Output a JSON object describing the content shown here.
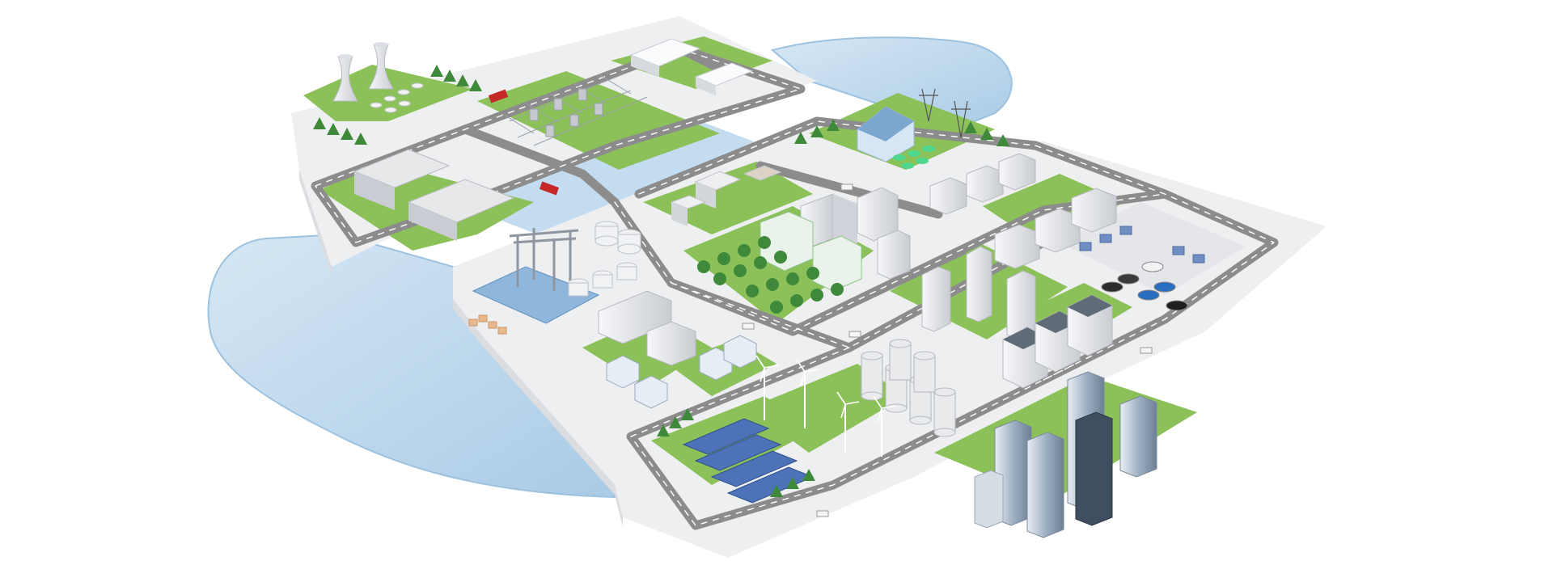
{
  "scene": {
    "building_sign": "",
    "colors": {
      "background": "#ffffff",
      "water": "#bcd7ec",
      "water_edge": "#9cc2e0",
      "platform": "#eeeff0",
      "platform_side": "#dcdde0",
      "grass": "#8cc15a",
      "grass_dark": "#6ea843",
      "road": "#8c8c8c",
      "road_line": "#ffffff",
      "building": "#f4f4f6",
      "building_shade": "#c9ccd2",
      "glass": "#cfe4f0",
      "solar": "#4d72b8",
      "truck": "#c62828",
      "tree": "#3f8a3a",
      "accent_green": "#49d38a",
      "tower_blue": "#5b7fa8"
    },
    "zones": [
      {
        "id": "cooling-towers"
      },
      {
        "id": "substation"
      },
      {
        "id": "office-campus"
      },
      {
        "id": "storage-warehouses"
      },
      {
        "id": "energy-hall"
      },
      {
        "id": "houses-north"
      },
      {
        "id": "headquarters"
      },
      {
        "id": "parkland"
      },
      {
        "id": "port-facility"
      },
      {
        "id": "tank-plant"
      },
      {
        "id": "houses-south"
      },
      {
        "id": "residential-east"
      },
      {
        "id": "battery-storage"
      },
      {
        "id": "high-rise-towers"
      },
      {
        "id": "silos"
      },
      {
        "id": "office-blocks"
      },
      {
        "id": "wind-farm"
      },
      {
        "id": "solar-farm"
      },
      {
        "id": "cbd-skyscrapers"
      }
    ]
  }
}
